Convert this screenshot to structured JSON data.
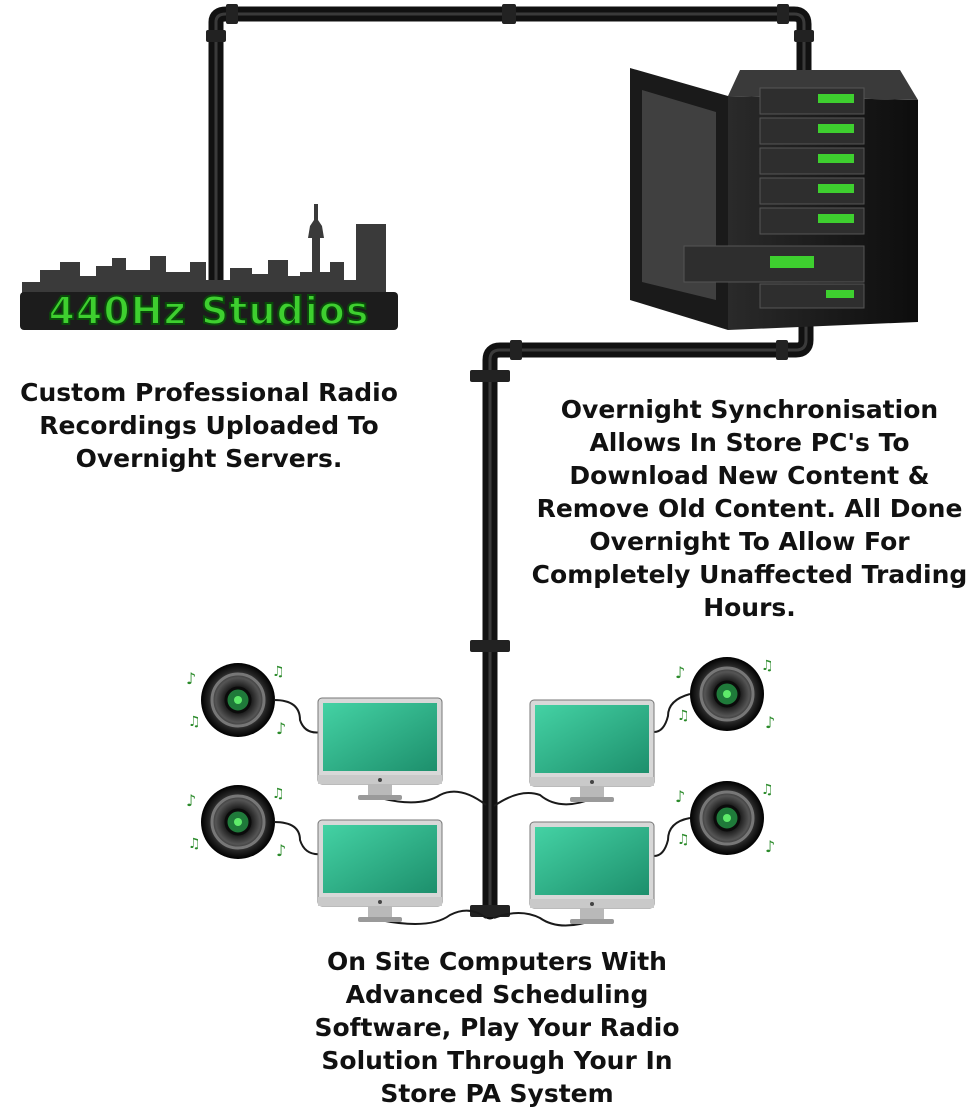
{
  "logo": {
    "text": "440Hz Studios"
  },
  "captions": {
    "studio": [
      "Custom Professional Radio",
      "Recordings Uploaded To",
      "Overnight Servers."
    ],
    "sync": [
      "Overnight Synchronisation",
      "Allows In Store PC's To",
      "Download New Content &",
      "Remove Old Content. All Done",
      "Overnight To Allow For",
      "Completely Unaffected Trading",
      "Hours."
    ],
    "onsite": [
      "On Site Computers With",
      "Advanced Scheduling",
      "Software, Play Your Radio",
      "Solution Through Your In",
      "Store PA System"
    ]
  },
  "icons": [
    "city-skyline-icon",
    "server-rack-icon",
    "monitor-icon",
    "speaker-icon",
    "music-note-icon",
    "pipe-connector-icon"
  ],
  "colors": {
    "pipe": "#111111",
    "logo_green": "#3ecf2f",
    "screen_green": "#2fb894",
    "skyline": "#3a3a3a",
    "text": "#111111"
  }
}
